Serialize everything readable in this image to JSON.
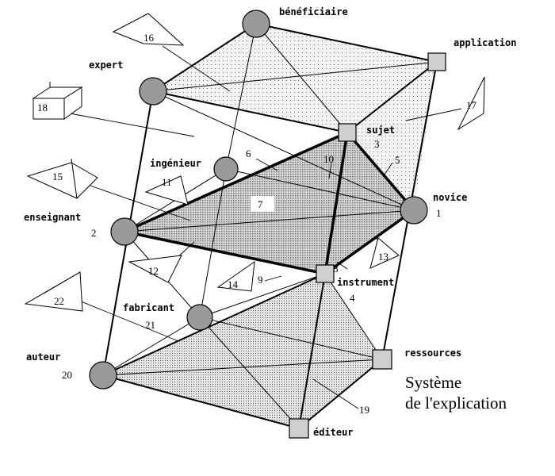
{
  "caption": {
    "line1": "Système",
    "line2": "de l'explication"
  },
  "nodes": {
    "beneficiaire": "bénéficiaire",
    "application": "application",
    "expert": "expert",
    "sujet": "sujet",
    "sujet_num": "3",
    "ingenieur": "ingénieur",
    "novice": "novice",
    "novice_num": "1",
    "enseignant": "enseignant",
    "enseignant_num": "2",
    "instrument": "instrument",
    "instrument_num": "4",
    "fabricant": "fabricant",
    "fabricant_num": "21",
    "auteur": "auteur",
    "auteur_num": "20",
    "ressources": "ressources",
    "editeur": "éditeur"
  },
  "numbers": {
    "n5": "5",
    "n6": "6",
    "n7": "7",
    "n8": "8",
    "n9": "9",
    "n10": "10",
    "n11": "11",
    "n12": "12",
    "n13": "13",
    "n14": "14",
    "n15": "15",
    "n16": "16",
    "n17": "17",
    "n18": "18",
    "n19": "19",
    "n22": "22"
  },
  "colors": {
    "node_circle": "#9a9a9a",
    "node_square": "#cfcfcf",
    "background": "#ffffff",
    "ink": "#000000"
  }
}
